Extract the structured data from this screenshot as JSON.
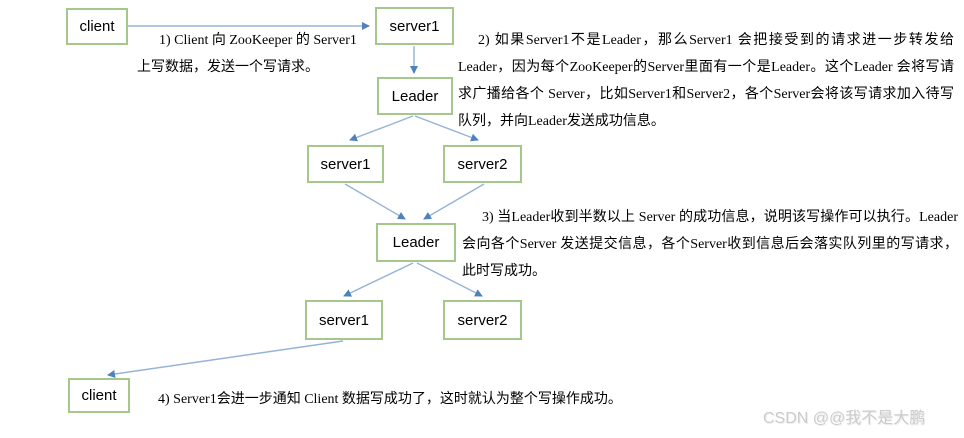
{
  "diagram": {
    "title_context": "ZooKeeper write flow",
    "nodes": [
      {
        "id": "client-top",
        "label": "client"
      },
      {
        "id": "server1-top",
        "label": "server1"
      },
      {
        "id": "leader-1",
        "label": "Leader"
      },
      {
        "id": "server1-mid",
        "label": "server1"
      },
      {
        "id": "server2-mid",
        "label": "server2"
      },
      {
        "id": "leader-2",
        "label": "Leader"
      },
      {
        "id": "server1-bot",
        "label": "server1"
      },
      {
        "id": "server2-bot",
        "label": "server2"
      },
      {
        "id": "client-bot",
        "label": "client"
      }
    ],
    "annotations": {
      "step1": "1) Client 向 ZooKeeper 的 Server1 上写数据，发送一个写请求。",
      "step2": "2) 如果Server1不是Leader，那么Server1 会把接受到的请求进一步转发给Leader，因为每个ZooKeeper的Server里面有一个是Leader。这个Leader 会将写请求广播给各个 Server，比如Server1和Server2，各个Server会将该写请求加入待写队列，并向Leader发送成功信息。",
      "step3": "3) 当Leader收到半数以上 Server 的成功信息，说明该写操作可以执行。Leader会向各个Server 发送提交信息，各个Server收到信息后会落实队列里的写请求，此时写成功。",
      "step4": "4) Server1会进一步通知 Client 数据写成功了，这时就认为整个写操作成功。"
    },
    "watermark": "CSDN @@我不是大鹏",
    "colors": {
      "box_border": "#a5c78b",
      "arrow_line": "#95b3d7",
      "arrow_head": "#4f81bd",
      "text": "#000000",
      "watermark": "#cbcbcb"
    }
  }
}
